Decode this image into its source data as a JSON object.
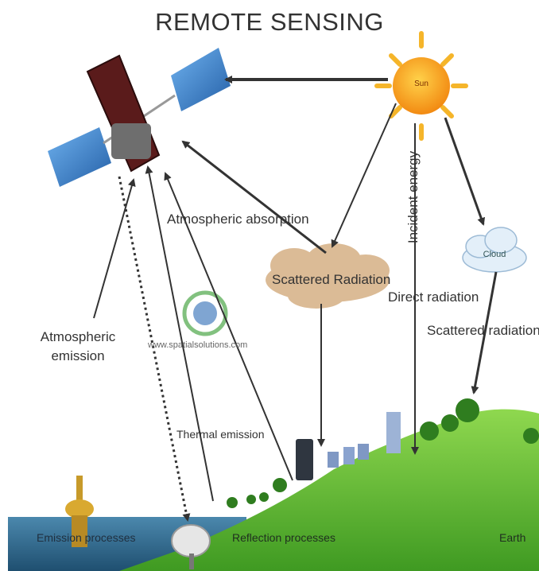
{
  "title": "REMOTE SENSING",
  "labels": {
    "sun": "Sun",
    "cloud": "Cloud",
    "scattered_radiation_cloud": "Scattered Radiation",
    "atmospheric_absorption": "Atmospheric absorption",
    "atmospheric_emission": "Atmospheric emission",
    "incident_energy": "Incident energy",
    "direct_radiation": "Direct radiation",
    "scattered_radiation": "Scattered radiation",
    "thermal_emission": "Thermal emission",
    "emission_processes": "Emission processes",
    "reflection_processes": "Reflection processes",
    "earth": "Earth",
    "watermark": "www.spatialsolutions.com"
  },
  "colors": {
    "sun": "#f5a623",
    "sky_cloud": "#cfe3f2",
    "dust_cloud": "#d9b994",
    "grass": "#6cc23a",
    "sea": "#2f6f96",
    "arrow": "#333333",
    "panel": "#3b82c8"
  }
}
